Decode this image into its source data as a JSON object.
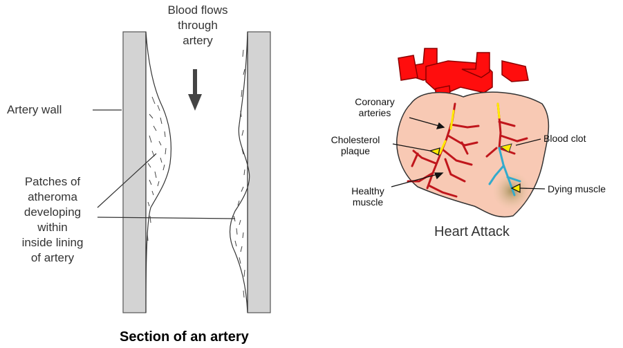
{
  "artery": {
    "flow_label": "Blood flows\nthrough\nartery",
    "wall_label": "Artery wall",
    "atheroma_label": "Patches of\natheroma\ndeveloping\nwithin\ninside lining\nof artery",
    "caption": "Section of an artery"
  },
  "heart": {
    "coronary_label": "Coronary\narteries",
    "plaque_label": "Cholesterol\nplaque",
    "healthy_label": "Healthy\nmuscle",
    "clot_label": "Blood clot",
    "dying_label": "Dying muscle",
    "caption": "Heart Attack"
  },
  "colors": {
    "wall": "#d3d3d3",
    "aorta": "#ff0d0d",
    "heart_fill": "#f8c9b4",
    "coronary": "#c0161c",
    "plaque": "#ffea00",
    "clot_vessel": "#33aacc",
    "dying_muscle": "#b0a070"
  }
}
